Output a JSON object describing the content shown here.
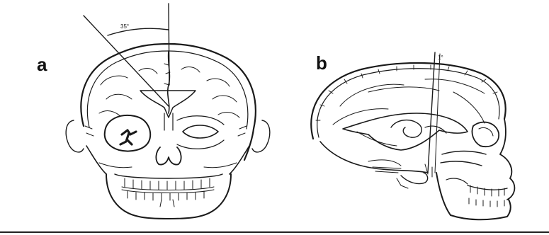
{
  "figure": {
    "panel_a": {
      "label": "a",
      "angle_text": "35°"
    },
    "panel_b": {
      "label": "b",
      "angle_text": "1°"
    }
  }
}
